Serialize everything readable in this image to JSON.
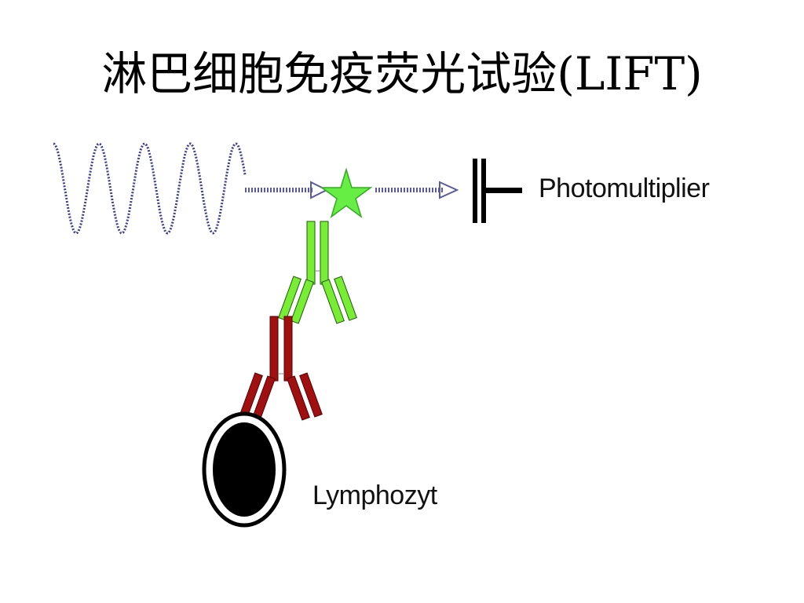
{
  "slide": {
    "title": "淋巴细胞免疫荧光试验(LIFT)"
  },
  "diagram": {
    "labels": {
      "photomultiplier": "Photomultiplier",
      "lymphocyte": "Lymphozyt"
    },
    "components": {
      "excitation_light": "wave",
      "fluorescent_label": "star",
      "secondary_antibody": "antibody",
      "primary_antibody": "antibody",
      "cell": "cell",
      "detector": "photomultiplier"
    },
    "colors": {
      "wave": "#3c3c96",
      "arrow": "#5a5aa0",
      "star": "#66ee44",
      "secondary_antibody": "#77ee33",
      "primary_antibody": "#a01010",
      "cell_nucleus": "#000000",
      "detector": "#000000"
    }
  }
}
